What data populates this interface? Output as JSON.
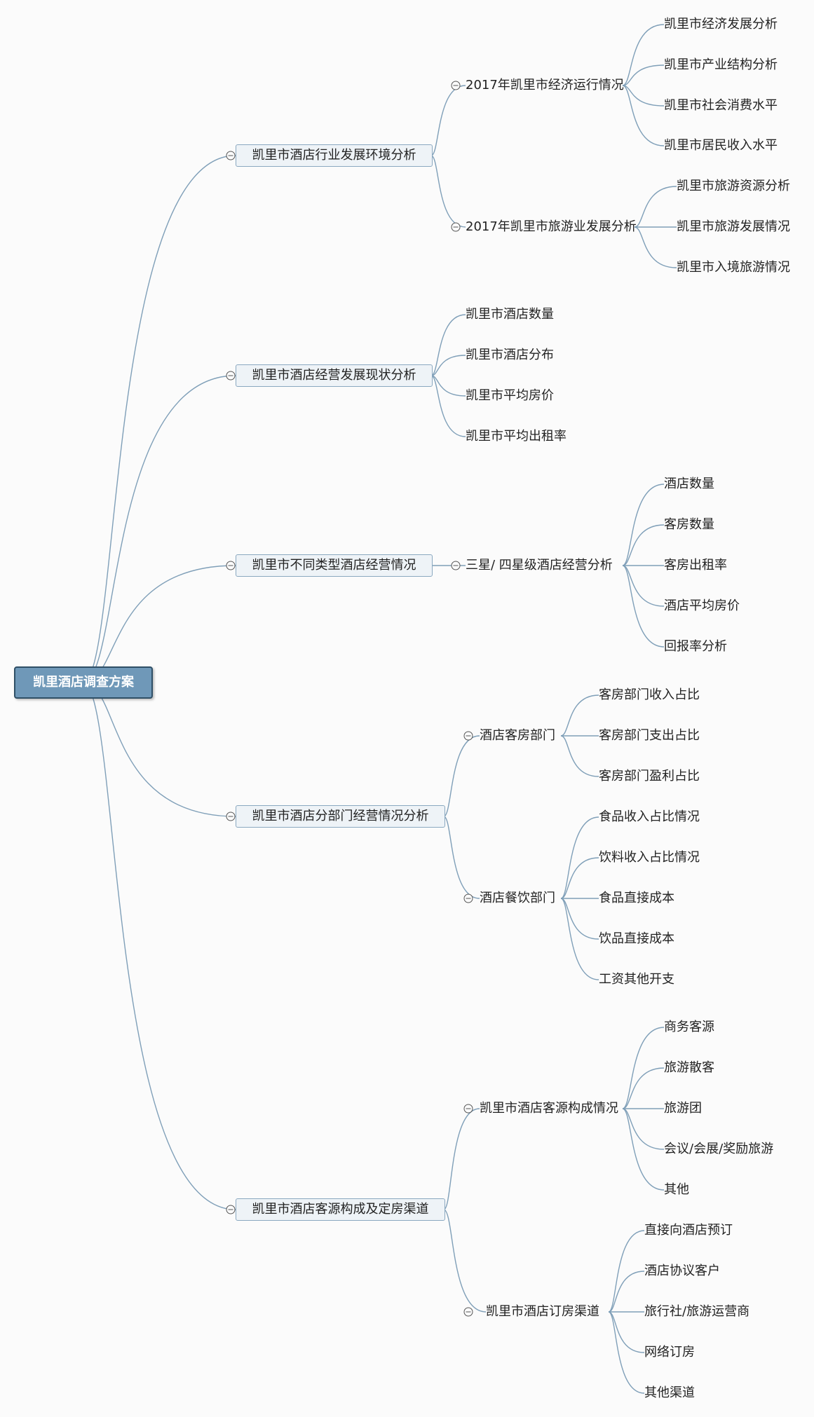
{
  "mindmap": {
    "root": "凯里酒店调查方案",
    "branches": [
      {
        "label": "凯里市酒店行业发展环境分析",
        "children": [
          {
            "label": "2017年凯里市经济运行情况",
            "children": [
              "凯里市经济发展分析",
              "凯里市产业结构分析",
              "凯里市社会消费水平",
              "凯里市居民收入水平"
            ]
          },
          {
            "label": "2017年凯里市旅游业发展分析",
            "children": [
              "凯里市旅游资源分析",
              "凯里市旅游发展情况",
              "凯里市入境旅游情况"
            ]
          }
        ]
      },
      {
        "label": "凯里市酒店经营发展现状分析",
        "children": [
          "凯里市酒店数量",
          "凯里市酒店分布",
          "凯里市平均房价",
          "凯里市平均出租率"
        ]
      },
      {
        "label": "凯里市不同类型酒店经营情况",
        "children": [
          {
            "label": "三星/ 四星级酒店经营分析",
            "children": [
              "酒店数量",
              "客房数量",
              "客房出租率",
              "酒店平均房价",
              "回报率分析"
            ]
          }
        ]
      },
      {
        "label": "凯里市酒店分部门经营情况分析",
        "children": [
          {
            "label": "酒店客房部门",
            "children": [
              "客房部门收入占比",
              "客房部门支出占比",
              "客房部门盈利占比"
            ]
          },
          {
            "label": "酒店餐饮部门",
            "children": [
              "食品收入占比情况",
              "饮料收入占比情况",
              "食品直接成本",
              "饮品直接成本",
              "工资其他开支"
            ]
          }
        ]
      },
      {
        "label": "凯里市酒店客源构成及定房渠道",
        "children": [
          {
            "label": "凯里市酒店客源构成情况",
            "children": [
              "商务客源",
              "旅游散客",
              "旅游团",
              "会议/会展/奖励旅游",
              "其他"
            ]
          },
          {
            "label": "凯里市酒店订房渠道",
            "children": [
              "直接向酒店预订",
              "酒店协议客户",
              "旅行社/旅游运营商",
              "网络订房",
              "其他渠道"
            ]
          }
        ]
      }
    ],
    "colors": {
      "line": "#7f9fb8",
      "root_fill": "#6f98b8",
      "root_border": "#2f4f66",
      "box_fill": "#eef3f7",
      "box_border": "#8aa8c0"
    }
  }
}
